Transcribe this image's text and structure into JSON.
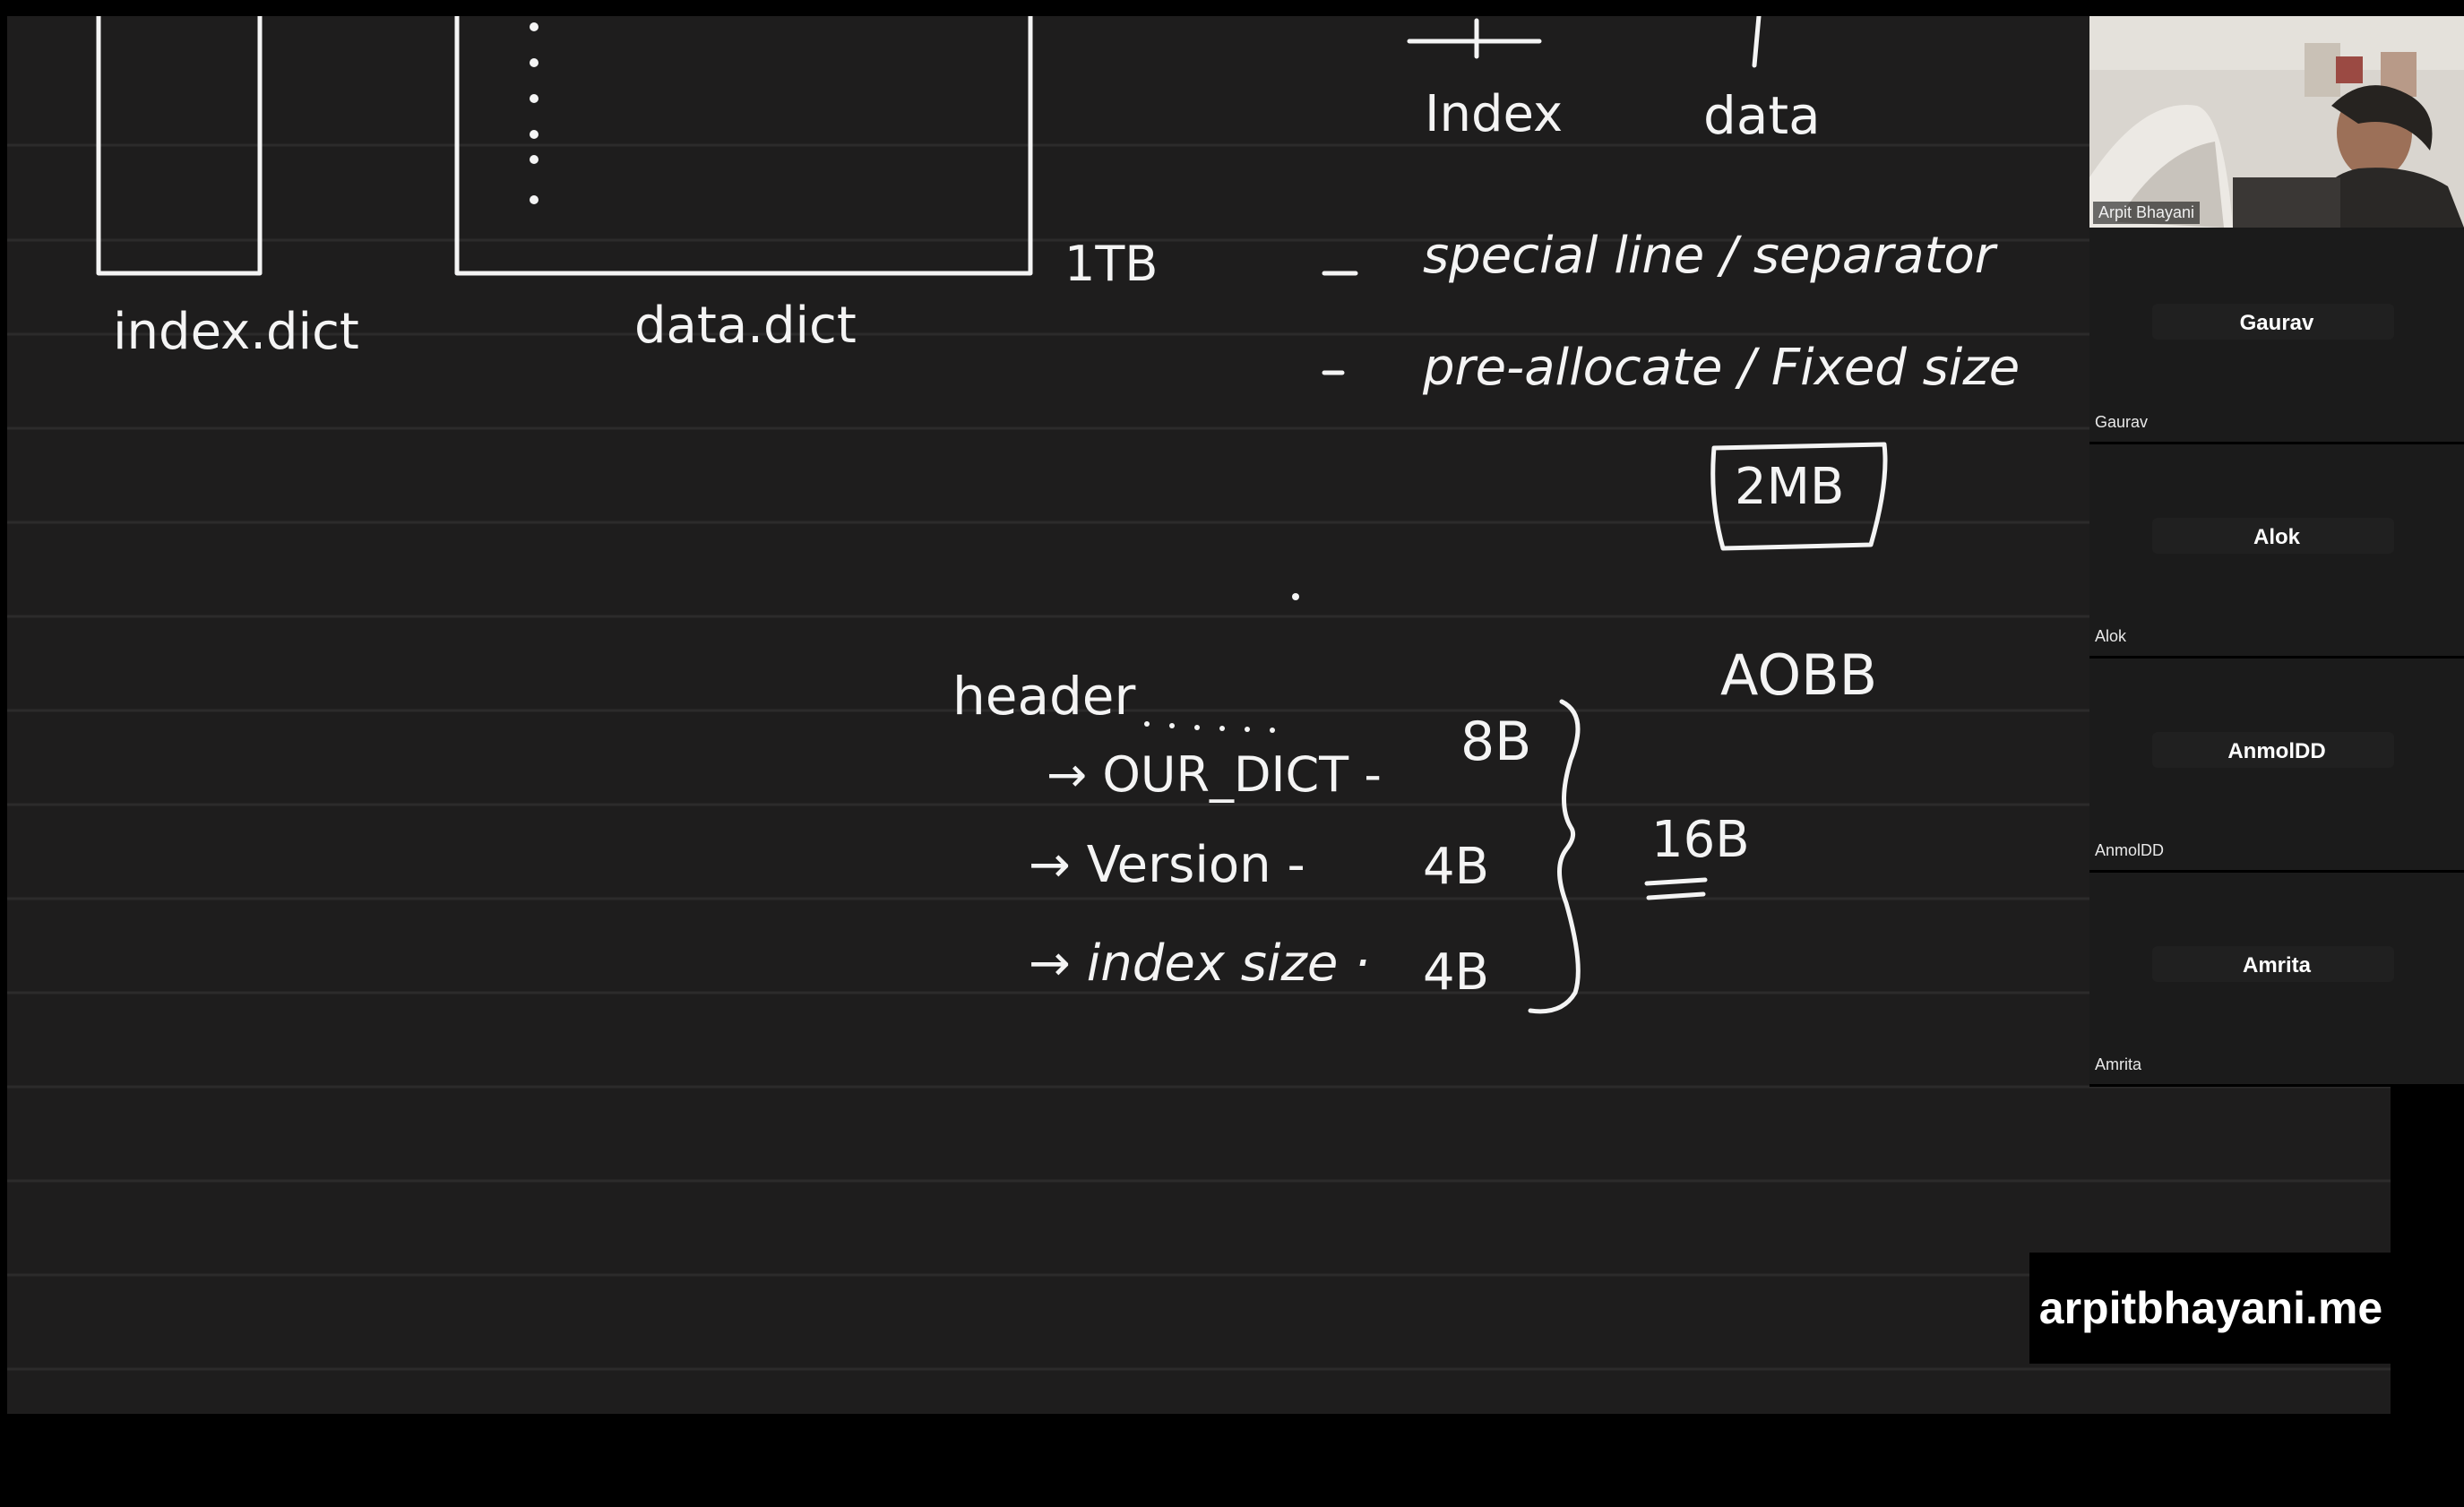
{
  "board": {
    "labels": {
      "index_file": "index.dict",
      "data_file": "data.dict",
      "index_header": "Index",
      "data_header": "data",
      "size": "1TB",
      "bullet_1": "special line / separator",
      "bullet_2": "pre-allocate / Fixed size",
      "fixed_size": "2MB",
      "aobb": "AOBB",
      "header": "header",
      "field_1": "→ OUR_DICT -",
      "field_1_size": "8B",
      "field_2": "→ Version -",
      "field_2_size": "4B",
      "field_3": "→ index size ·",
      "field_3_size": "4B",
      "total": "16B"
    }
  },
  "participants": {
    "host": {
      "name": "Arpit Bhayani"
    },
    "list": [
      {
        "name": "Gaurav",
        "label": "Gaurav"
      },
      {
        "name": "Alok",
        "label": "Alok"
      },
      {
        "name": "AnmolDD",
        "label": "AnmolDD"
      },
      {
        "name": "Amrita",
        "label": "Amrita"
      }
    ]
  },
  "watermark": {
    "text": "arpitbhayani.me"
  }
}
